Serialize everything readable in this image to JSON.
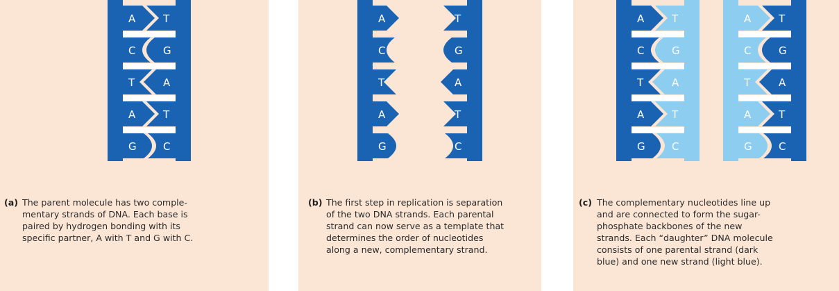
{
  "colors": {
    "background": "#fbe6d6",
    "parental_strand": "#1a63b3",
    "new_strand": "#8ccdf0",
    "rung_bar": "#ffffff",
    "text": "#2b2b2b"
  },
  "panels": [
    {
      "letter": "(a)",
      "caption": "The parent molecule has two comple-\nmentary strands of DNA. Each base is\npaired by hydrogen bonding with its\nspecific partner, A with T and G with C.",
      "left_bases": [
        "A",
        "C",
        "T",
        "A",
        "G"
      ],
      "right_bases": [
        "T",
        "G",
        "A",
        "T",
        "C"
      ]
    },
    {
      "letter": "(b)",
      "caption": "The first step in replication is separation\nof the two DNA strands. Each parental\nstrand can now serve as a template that\ndetermines the order of nucleotides\nalong a new, complementary strand.",
      "left_bases": [
        "A",
        "C",
        "T",
        "A",
        "G"
      ],
      "right_bases": [
        "T",
        "G",
        "A",
        "T",
        "C"
      ]
    },
    {
      "letter": "(c)",
      "caption": "The complementary nucleotides line up\nand are connected to form the sugar-\nphosphate backbones of the new\nstrands. Each “daughter” DNA molecule\nconsists of one parental strand (dark\nblue) and one new strand (light blue).",
      "left_bases": [
        "A",
        "C",
        "T",
        "A",
        "G"
      ],
      "right_bases": [
        "T",
        "G",
        "A",
        "T",
        "C"
      ]
    }
  ]
}
